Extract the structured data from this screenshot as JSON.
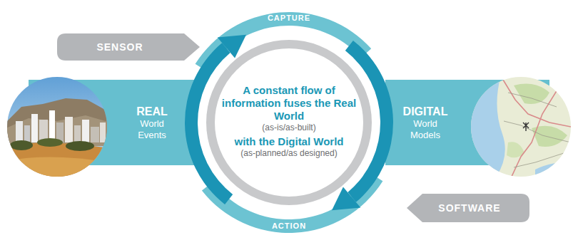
{
  "diagram": {
    "nodes": [
      {
        "text": [
          "SENSOR"
        ]
      },
      {
        "text": [
          "CAPTURE"
        ]
      },
      {
        "text": [
          "REAL",
          "World Events"
        ]
      },
      {
        "text": [
          "A constant flow of information fuses the Real World",
          "(as-is/as-built)",
          "with the Digital World",
          "(as-planned/as designed)"
        ]
      },
      {
        "text": [
          "DIGITAL",
          "World Models"
        ]
      },
      {
        "text": [
          "SOFTWARE"
        ]
      },
      {
        "text": [
          "ACTION"
        ]
      }
    ]
  }
}
